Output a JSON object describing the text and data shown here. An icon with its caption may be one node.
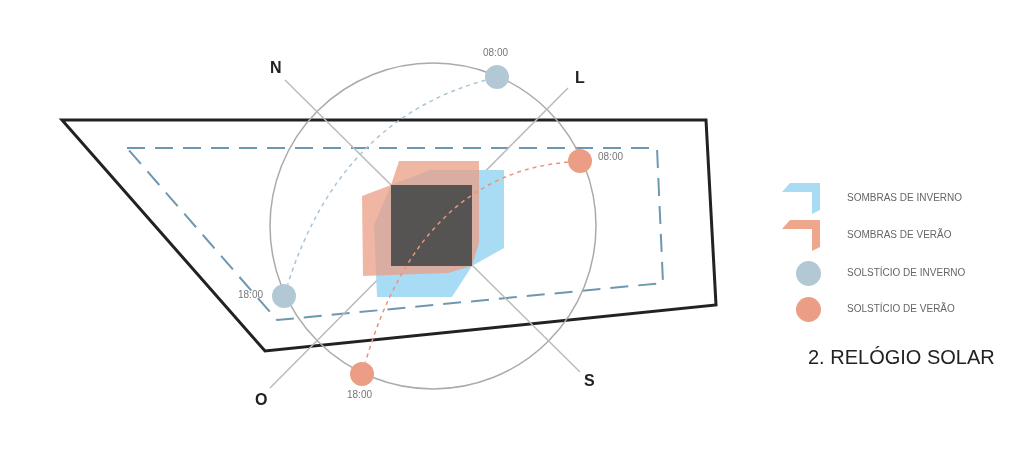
{
  "diagram": {
    "title": "2. RELÓGIO SOLAR",
    "nodes": [
      {
        "text": [],
        "shape": "circle",
        "beside": [
          "08:00"
        ]
      },
      {
        "text": [],
        "shape": "circle",
        "beside": [
          "08:00"
        ]
      },
      {
        "text": [],
        "shape": "circle",
        "beside": [
          "18:00"
        ]
      },
      {
        "text": [],
        "shape": "circle",
        "beside": [
          "18:00"
        ]
      }
    ],
    "edges": [
      {
        "from": 0,
        "to": 2,
        "arrow": "none",
        "style": "dashed",
        "color": "#a9c4d6"
      },
      {
        "from": 1,
        "to": 3,
        "arrow": "none",
        "style": "dashed",
        "color": "#e8957a"
      }
    ],
    "labels": [
      "N",
      "L",
      "O",
      "S"
    ],
    "legend": [
      {
        "text": "SOMBRAS DE INVERNO",
        "color": "#a8dcf5"
      },
      {
        "text": "SOMBRAS DE VERÃO",
        "color": "#eea68c"
      },
      {
        "text": "SOLSTÍCIO DE INVERNO",
        "color": "#b3c8d5"
      },
      {
        "text": "SOLSTÍCIO DE VERÃO",
        "color": "#eb9e85"
      }
    ]
  }
}
